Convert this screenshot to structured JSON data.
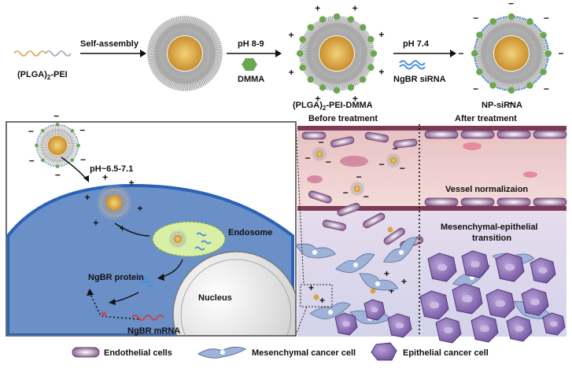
{
  "top_row": {
    "polymer_label": "(PLGA)",
    "polymer_sub": "2",
    "polymer_suffix": "-PEI",
    "step1_label": "Self-assembly",
    "step2_label": "pH 8-9",
    "step2_reagent": "DMMA",
    "intermediate_label": "(PLGA)",
    "intermediate_sub": "2",
    "intermediate_suffix": "-PEI-DMMA",
    "step3_label": "pH 7.4",
    "step3_reagent": "NgBR siRNA",
    "final_label": "NP-siRNA"
  },
  "cell_panel": {
    "ph_label": "pH~6.5-7.1",
    "endosome_label": "Endosome",
    "protein_label": "NgBR protein",
    "mrna_label": "NgBR mRNA",
    "nucleus_label": "Nucleus"
  },
  "tissue_panel": {
    "before_label": "Before treatment",
    "after_label": "After treatment",
    "vessel_label": "Vessel normalizaion",
    "met_label_1": "Mesenchymal-epithelial",
    "met_label_2": "transition"
  },
  "legend": {
    "endothelial_label": "Endothelial cells",
    "mesenchymal_label": "Mesenchymal cancer cell",
    "epithelial_label": "Epithelial cancer cell"
  },
  "colors": {
    "core": "#d9a441",
    "pei_brush": "#a9a9a9",
    "dmma": "#6aa84f",
    "sirna": "#4a90d9",
    "cell_body": "#6b8fc7",
    "cell_border": "#2a62b8",
    "endosome": "#d9efa6",
    "mrna": "#d33b3b",
    "vessel": "#a0789a",
    "epithelial": "#8a6bb4",
    "mesenchymal": "#9fb2d8"
  }
}
